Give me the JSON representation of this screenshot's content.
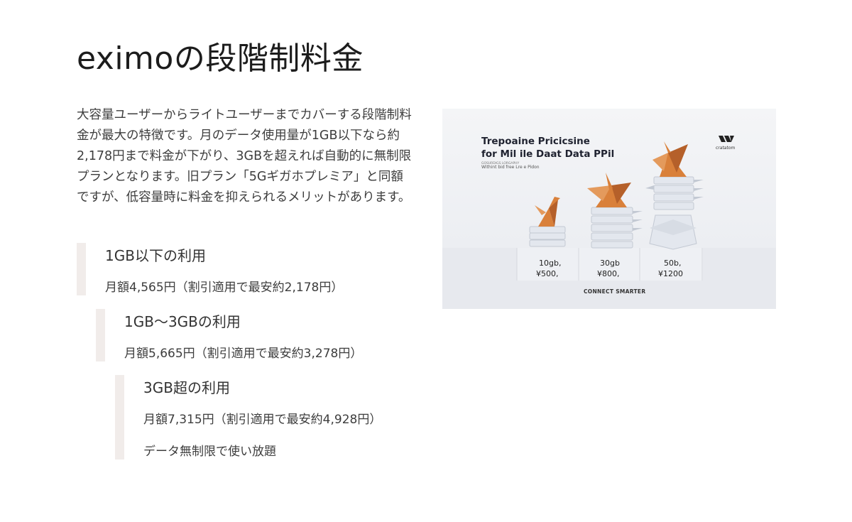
{
  "title": "eximoの段階制料金",
  "intro": "大容量ユーザーからライトユーザーまでカバーする段階制料金が最大の特徴です。月のデータ使用量が1GB以下なら約2,178円まで料金が下がり、3GBを超えれば自動的に無制限プランとなります。旧プラン「5Gギガホプレミア」と同額ですが、低容量時に料金を抑えられるメリットがあります。",
  "plans": [
    {
      "heading": "1GB以下の利用",
      "price": "月額4,565円（割引適用で最安約2,178円）"
    },
    {
      "heading": "1GB〜3GBの利用",
      "price": "月額5,665円（割引適用で最安約3,278円）"
    },
    {
      "heading": "3GB超の利用",
      "price": "月額7,315円（割引適用で最安約4,928円）",
      "note": "データ無制限で使い放題"
    }
  ],
  "promo": {
    "title_line1": "Trepoaine Pricicsine",
    "title_line2": "for Mil ile Daat Data PPil",
    "fine_print": "GOSURDIGS LORGAPHY",
    "subtitle": "Withint bid free Lre e Pidon",
    "brand": "cratatom",
    "tiers": [
      {
        "label": "10gb,",
        "price": "¥500,"
      },
      {
        "label": "30gb",
        "price": "¥800,"
      },
      {
        "label": "50b,",
        "price": "¥1200"
      }
    ],
    "footer": "CONNECT SMARTER",
    "colors": {
      "crane": "#d9803a",
      "crane_dark": "#b5602a",
      "block": "#e3e7ee",
      "block_shade": "#c3c9d3"
    }
  }
}
